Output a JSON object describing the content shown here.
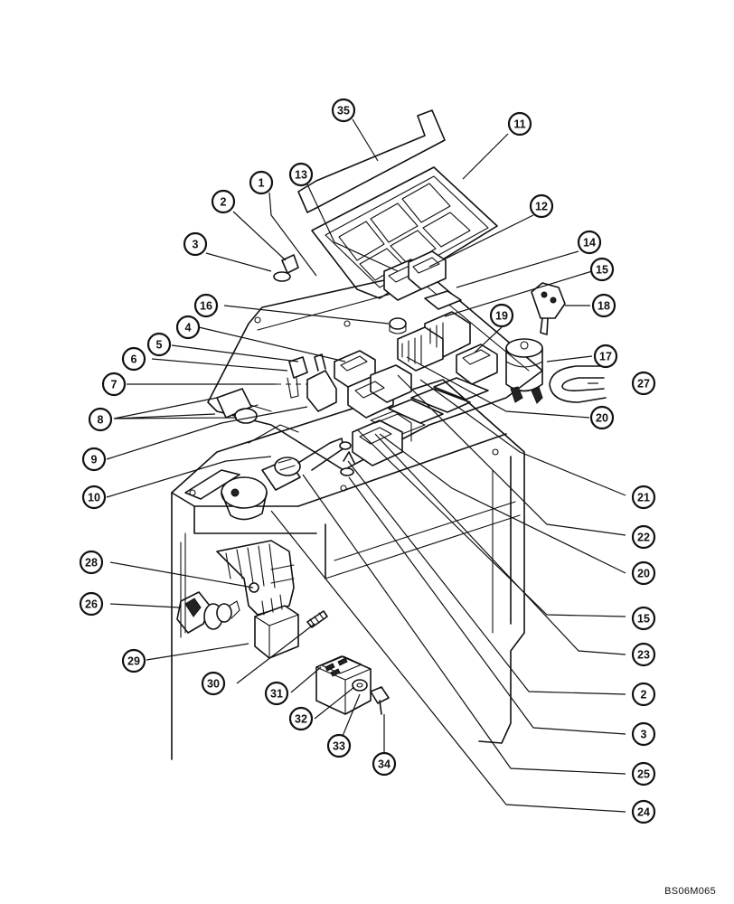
{
  "drawing_reference": "BS06M065",
  "callouts": [
    {
      "label": "35"
    },
    {
      "label": "11"
    },
    {
      "label": "1"
    },
    {
      "label": "13"
    },
    {
      "label": "2"
    },
    {
      "label": "12"
    },
    {
      "label": "3"
    },
    {
      "label": "14"
    },
    {
      "label": "15"
    },
    {
      "label": "16"
    },
    {
      "label": "18"
    },
    {
      "label": "4"
    },
    {
      "label": "19"
    },
    {
      "label": "5"
    },
    {
      "label": "17"
    },
    {
      "label": "6"
    },
    {
      "label": "27"
    },
    {
      "label": "7"
    },
    {
      "label": "8"
    },
    {
      "label": "20"
    },
    {
      "label": "9"
    },
    {
      "label": "21"
    },
    {
      "label": "10"
    },
    {
      "label": "22"
    },
    {
      "label": "28"
    },
    {
      "label": "20"
    },
    {
      "label": "26"
    },
    {
      "label": "15"
    },
    {
      "label": "29"
    },
    {
      "label": "23"
    },
    {
      "label": "30"
    },
    {
      "label": "2"
    },
    {
      "label": "31"
    },
    {
      "label": "32"
    },
    {
      "label": "3"
    },
    {
      "label": "33"
    },
    {
      "label": "34"
    },
    {
      "label": "25"
    },
    {
      "label": "24"
    }
  ]
}
